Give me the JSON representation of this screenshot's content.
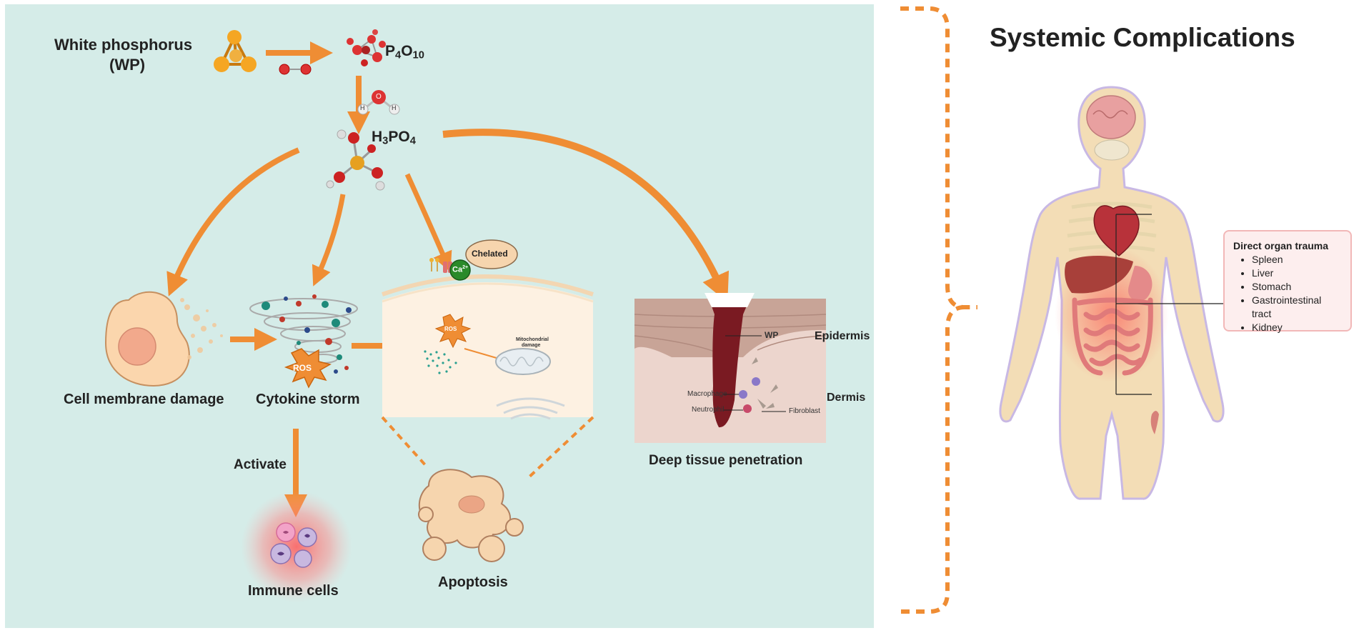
{
  "mechanism": {
    "wp_line1": "White phosphorus",
    "wp_line2": "(WP)",
    "p4o10": {
      "base": "P",
      "sub1": "4",
      "mid": "O",
      "sub2": "10"
    },
    "h3po4": {
      "base": "H",
      "sub1": "3",
      "mid": "PO",
      "sub2": "4"
    },
    "water_h": "H",
    "water_o": "O",
    "cell_membrane_damage": "Cell membrane damage",
    "cytokine_storm": "Cytokine storm",
    "ros_label": "ROS",
    "chelated": "Chelated",
    "calcium": {
      "base": "Ca",
      "sup": "2+"
    },
    "ros_small": "ROS",
    "mito_line1": "Mitochondrial",
    "mito_line2": "damage",
    "activate": "Activate",
    "immune_cells": "Immune cells",
    "apoptosis": "Apoptosis",
    "wp_small": "WP",
    "epidermis": "Epidermis",
    "dermis": "Dermis",
    "macrophage": "Macrophage",
    "neutrophil": "Neutrophil",
    "fibroblast": "Fibroblast",
    "deep_tissue": "Deep tissue penetration"
  },
  "systemic": {
    "title": "Systemic Complications",
    "organ_box_title": "Direct organ trauma",
    "organs": [
      "Spleen",
      "Liver",
      "Stomach",
      "Gastrointestinal tract",
      "Kidney"
    ]
  },
  "colors": {
    "panel": "#d5ece8",
    "arrow": "#ef8d34",
    "skin": "#f6d5ae",
    "ros": "#ef8d34"
  }
}
